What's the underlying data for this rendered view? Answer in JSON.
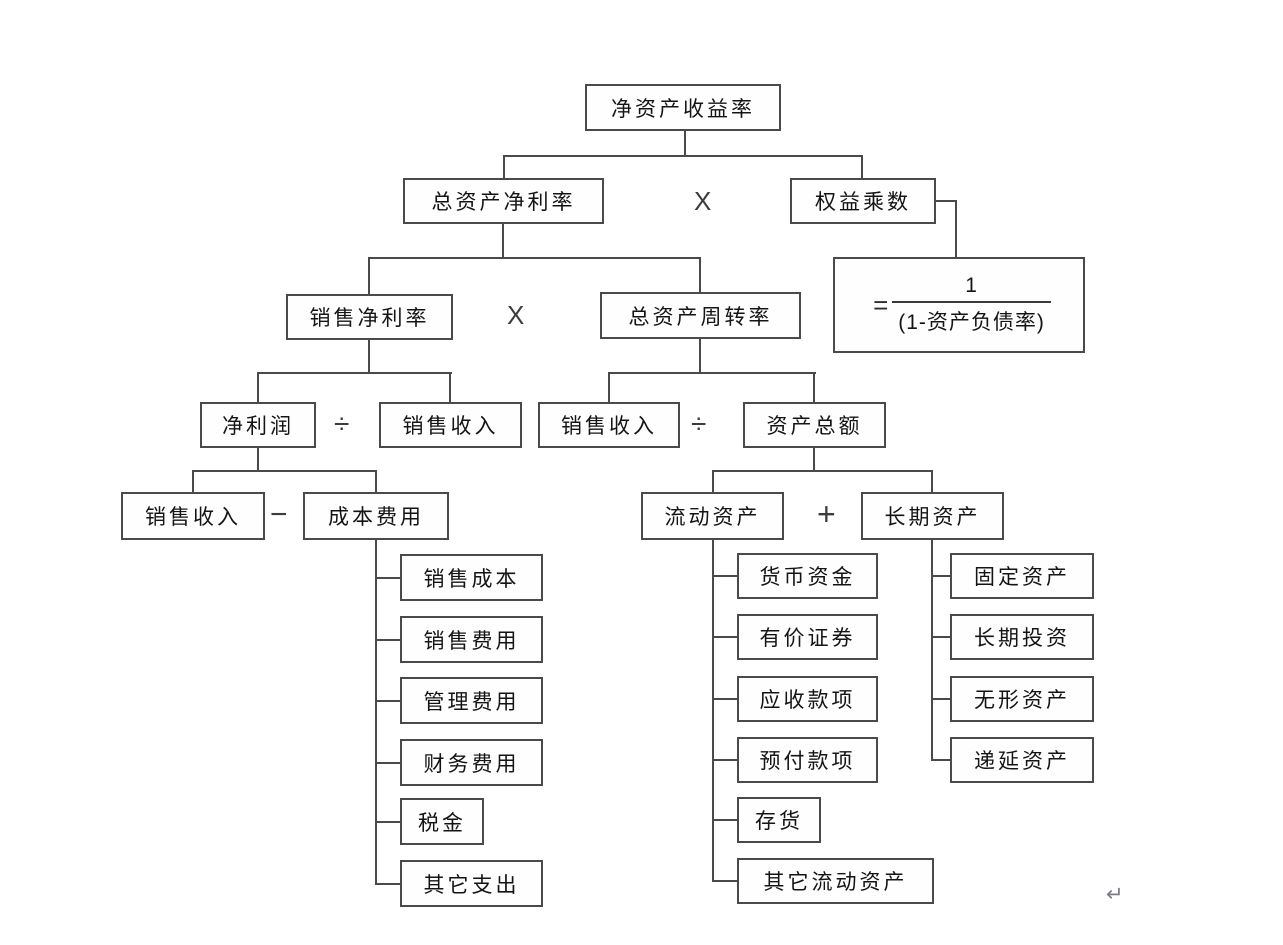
{
  "diagram": {
    "root": {
      "label": "净资产收益率"
    },
    "level2": {
      "total_asset_net_margin": "总资产净利率",
      "equity_multiplier": "权益乘数"
    },
    "formula": {
      "equals": "=",
      "numerator": "1",
      "denominator": "(1-资产负债率)"
    },
    "level3": {
      "sales_net_margin": "销售净利率",
      "total_asset_turnover": "总资产周转率"
    },
    "level4": {
      "net_profit": "净利润",
      "sales_revenue_1": "销售收入",
      "sales_revenue_2": "销售收入",
      "total_assets": "资产总额"
    },
    "level5": {
      "sales_revenue_3": "销售收入",
      "cost_expense": "成本费用",
      "current_assets": "流动资产",
      "long_term_assets": "长期资产"
    },
    "operators": {
      "times_1": "X",
      "times_2": "X",
      "divide_1": "÷",
      "divide_2": "÷",
      "minus": "−",
      "plus": "+"
    },
    "cost_items": [
      "销售成本",
      "销售费用",
      "管理费用",
      "财务费用",
      "税金",
      "其它支出"
    ],
    "current_asset_items": [
      "货币资金",
      "有价证券",
      "应收款项",
      "预付款项",
      "存货",
      "其它流动资产"
    ],
    "long_term_asset_items": [
      "固定资产",
      "长期投资",
      "无形资产",
      "递延资产"
    ],
    "page": {
      "return_mark": "↵"
    },
    "colors": {
      "line": "#4a4a4a",
      "text": "#141414",
      "background": "#ffffff"
    }
  }
}
